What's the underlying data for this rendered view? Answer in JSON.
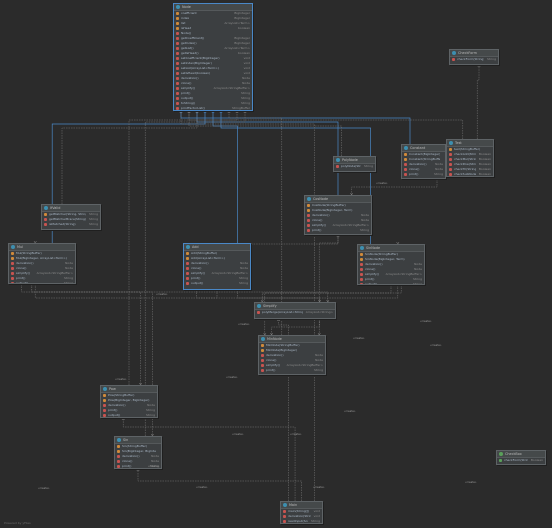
{
  "diagram": {
    "edge_labels": [
      "«create»",
      "«create»",
      "«create»",
      "«create»",
      "«create»",
      "«create»",
      "«create»",
      "«create»",
      "«create»",
      "«create»",
      "«create»",
      "«create»",
      "«create»",
      "«create»",
      "«create»",
      "«create»"
    ],
    "classes": [
      {
        "id": "node",
        "name": "Node",
        "kind": "class",
        "rows": [
          {
            "vis": "field",
            "name": "coefficient",
            "type": "BigInteger"
          },
          {
            "vis": "field",
            "name": "index",
            "type": "BigInteger"
          },
          {
            "vis": "field",
            "name": "list",
            "type": "ArrayList<Term>"
          },
          {
            "vis": "field",
            "name": "isHead",
            "type": "boolean"
          },
          {
            "vis": "method",
            "name": "Node()",
            "type": ""
          },
          {
            "vis": "method",
            "name": "getCoefficient()",
            "type": "BigInteger"
          },
          {
            "vis": "method",
            "name": "getIndex()",
            "type": "BigInteger"
          },
          {
            "vis": "method",
            "name": "getList()",
            "type": "ArrayList<Term>"
          },
          {
            "vis": "method",
            "name": "getIsHead()",
            "type": "boolean"
          },
          {
            "vis": "method",
            "name": "setCoefficient(BigInteger)",
            "type": "void"
          },
          {
            "vis": "method",
            "name": "setIndex(BigInteger)",
            "type": "void"
          },
          {
            "vis": "method",
            "name": "setList(ArrayList<Term>)",
            "type": "void"
          },
          {
            "vis": "method",
            "name": "setIsHead(boolean)",
            "type": "void"
          },
          {
            "vis": "method",
            "name": "derivation()",
            "type": "Node"
          },
          {
            "vis": "method",
            "name": "clone()",
            "type": "Node"
          },
          {
            "vis": "method",
            "name": "simplify()",
            "type": "ArrayList<StringBuffer>"
          },
          {
            "vis": "method",
            "name": "print()",
            "type": "String"
          },
          {
            "vis": "method",
            "name": "output()",
            "type": "String"
          },
          {
            "vis": "method",
            "name": "toString()",
            "type": "String"
          },
          {
            "vis": "method",
            "name": "printFactorList()",
            "type": "StringBuffer"
          }
        ]
      },
      {
        "id": "checkform",
        "name": "CheckForm",
        "kind": "class",
        "rows": [
          {
            "vis": "method",
            "name": "checkForm(String)",
            "type": "String"
          }
        ]
      },
      {
        "id": "polynode",
        "name": "PolyNode",
        "kind": "class",
        "rows": [
          {
            "vis": "method",
            "name": "polyNode(String)",
            "type": "String"
          }
        ]
      },
      {
        "id": "constant",
        "name": "Constant",
        "kind": "class",
        "rows": [
          {
            "vis": "field",
            "name": "Constant(BigInteger)",
            "type": ""
          },
          {
            "vis": "field",
            "name": "Constant(StringBuffer)",
            "type": ""
          },
          {
            "vis": "method",
            "name": "derivation()",
            "type": "Node"
          },
          {
            "vis": "method",
            "name": "clone()",
            "type": "Node"
          },
          {
            "vis": "method",
            "name": "print()",
            "type": "String"
          },
          {
            "vis": "method",
            "name": "output()",
            "type": "String"
          }
        ]
      },
      {
        "id": "test",
        "name": "Test",
        "kind": "class",
        "rows": [
          {
            "vis": "field",
            "name": "test(StringBuffer)",
            "type": ""
          },
          {
            "vis": "method",
            "name": "checkAdd(String)",
            "type": "Boolean"
          },
          {
            "vis": "method",
            "name": "checkMul(String)",
            "type": "Boolean"
          },
          {
            "vis": "method",
            "name": "checkPow(String, String)",
            "type": "Boolean"
          },
          {
            "vis": "method",
            "name": "checkTri(String, String)",
            "type": "Boolean"
          },
          {
            "vis": "method",
            "name": "checkSubNode(String)",
            "type": "Boolean"
          }
        ]
      },
      {
        "id": "cosnode",
        "name": "CosNode",
        "kind": "class",
        "rows": [
          {
            "vis": "field",
            "name": "CosNode(StringBuffer)",
            "type": ""
          },
          {
            "vis": "field",
            "name": "CosNode(BigInteger, Term)",
            "type": ""
          },
          {
            "vis": "method",
            "name": "derivation()",
            "type": "Node"
          },
          {
            "vis": "method",
            "name": "clone()",
            "type": "Node"
          },
          {
            "vis": "method",
            "name": "simplify()",
            "type": "ArrayList<StringBuffer>"
          },
          {
            "vis": "method",
            "name": "print()",
            "type": "String"
          },
          {
            "vis": "method",
            "name": "output()",
            "type": "String"
          }
        ]
      },
      {
        "id": "ifvalid",
        "name": "IfValid",
        "kind": "class",
        "rows": [
          {
            "vis": "field",
            "name": "getMatcher(String, String)",
            "type": "String"
          },
          {
            "vis": "method",
            "name": "getMatcherBrace(String)",
            "type": "String"
          },
          {
            "vis": "method",
            "name": "isMatched(String)",
            "type": "String"
          }
        ]
      },
      {
        "id": "mul",
        "name": "Mul",
        "kind": "class",
        "rows": [
          {
            "vis": "field",
            "name": "Mul(StringBuffer)",
            "type": ""
          },
          {
            "vis": "field",
            "name": "Mul(BigInteger, ArrayList<Term>)",
            "type": ""
          },
          {
            "vis": "method",
            "name": "derivation()",
            "type": "Node"
          },
          {
            "vis": "method",
            "name": "clone()",
            "type": "Node"
          },
          {
            "vis": "method",
            "name": "simplify()",
            "type": "ArrayList<StringBuffer>"
          },
          {
            "vis": "method",
            "name": "print()",
            "type": "String"
          },
          {
            "vis": "method",
            "name": "output()",
            "type": "String"
          }
        ]
      },
      {
        "id": "add",
        "name": "Add",
        "kind": "class",
        "rows": [
          {
            "vis": "field",
            "name": "Add(StringBuffer)",
            "type": ""
          },
          {
            "vis": "field",
            "name": "Add(ArrayList<Term>)",
            "type": ""
          },
          {
            "vis": "method",
            "name": "derivation()",
            "type": "Node"
          },
          {
            "vis": "method",
            "name": "clone()",
            "type": "Node"
          },
          {
            "vis": "method",
            "name": "simplify()",
            "type": "ArrayList<StringBuffer>"
          },
          {
            "vis": "method",
            "name": "print()",
            "type": "String"
          },
          {
            "vis": "method",
            "name": "output()",
            "type": "String"
          }
        ]
      },
      {
        "id": "sinnode",
        "name": "SinNode",
        "kind": "class",
        "rows": [
          {
            "vis": "field",
            "name": "SinNode(StringBuffer)",
            "type": ""
          },
          {
            "vis": "field",
            "name": "SinNode(BigInteger, Term)",
            "type": ""
          },
          {
            "vis": "method",
            "name": "derivation()",
            "type": "Node"
          },
          {
            "vis": "method",
            "name": "clone()",
            "type": "Node"
          },
          {
            "vis": "method",
            "name": "simplify()",
            "type": "ArrayList<StringBuffer>"
          },
          {
            "vis": "method",
            "name": "print()",
            "type": "String"
          },
          {
            "vis": "method",
            "name": "output()",
            "type": "String"
          }
        ]
      },
      {
        "id": "simplify",
        "name": "Simplify",
        "kind": "class",
        "rows": [
          {
            "vis": "method",
            "name": "polyMerge(ArrayList<StringBuffer>)",
            "type": "ArrayList<String>"
          }
        ]
      },
      {
        "id": "minnode",
        "name": "MinNode",
        "kind": "class",
        "rows": [
          {
            "vis": "field",
            "name": "MinNode(StringBuffer)",
            "type": ""
          },
          {
            "vis": "field",
            "name": "MinNode(BigInteger)",
            "type": ""
          },
          {
            "vis": "method",
            "name": "derivation()",
            "type": "Node"
          },
          {
            "vis": "method",
            "name": "clone()",
            "type": "Node"
          },
          {
            "vis": "method",
            "name": "simplify()",
            "type": "ArrayList<StringBuffer>"
          },
          {
            "vis": "method",
            "name": "print()",
            "type": "String"
          },
          {
            "vis": "method",
            "name": "output()",
            "type": "String"
          }
        ]
      },
      {
        "id": "pow",
        "name": "Pow",
        "kind": "class",
        "rows": [
          {
            "vis": "field",
            "name": "Pow(StringBuffer)",
            "type": ""
          },
          {
            "vis": "field",
            "name": "Pow(BigInteger, BigInteger)",
            "type": ""
          },
          {
            "vis": "method",
            "name": "derivation()",
            "type": "Node"
          },
          {
            "vis": "method",
            "name": "print()",
            "type": "String"
          },
          {
            "vis": "method",
            "name": "output()",
            "type": "String"
          }
        ]
      },
      {
        "id": "sin",
        "name": "Sin",
        "kind": "class",
        "rows": [
          {
            "vis": "field",
            "name": "Sin(StringBuffer)",
            "type": ""
          },
          {
            "vis": "field",
            "name": "Sin(BigInteger, BigInteger)",
            "type": ""
          },
          {
            "vis": "method",
            "name": "derivation()",
            "type": "Node"
          },
          {
            "vis": "method",
            "name": "clone()",
            "type": "Node"
          },
          {
            "vis": "method",
            "name": "print()",
            "type": "String"
          },
          {
            "vis": "method",
            "name": "output()",
            "type": "String"
          }
        ]
      },
      {
        "id": "main",
        "name": "Main",
        "kind": "class",
        "rows": [
          {
            "vis": "method",
            "name": "main(String[])",
            "type": "void"
          },
          {
            "vis": "method",
            "name": "derivation(String)",
            "type": "void"
          },
          {
            "vis": "method",
            "name": "readInput(Scanner)",
            "type": "String"
          }
        ]
      },
      {
        "id": "checkbox",
        "name": "CheckBox",
        "kind": "interface",
        "rows": [
          {
            "vis": "abstract",
            "name": "checkForm(String)",
            "type": "Boolean"
          }
        ]
      }
    ]
  },
  "footer": "Powered by yFiles"
}
